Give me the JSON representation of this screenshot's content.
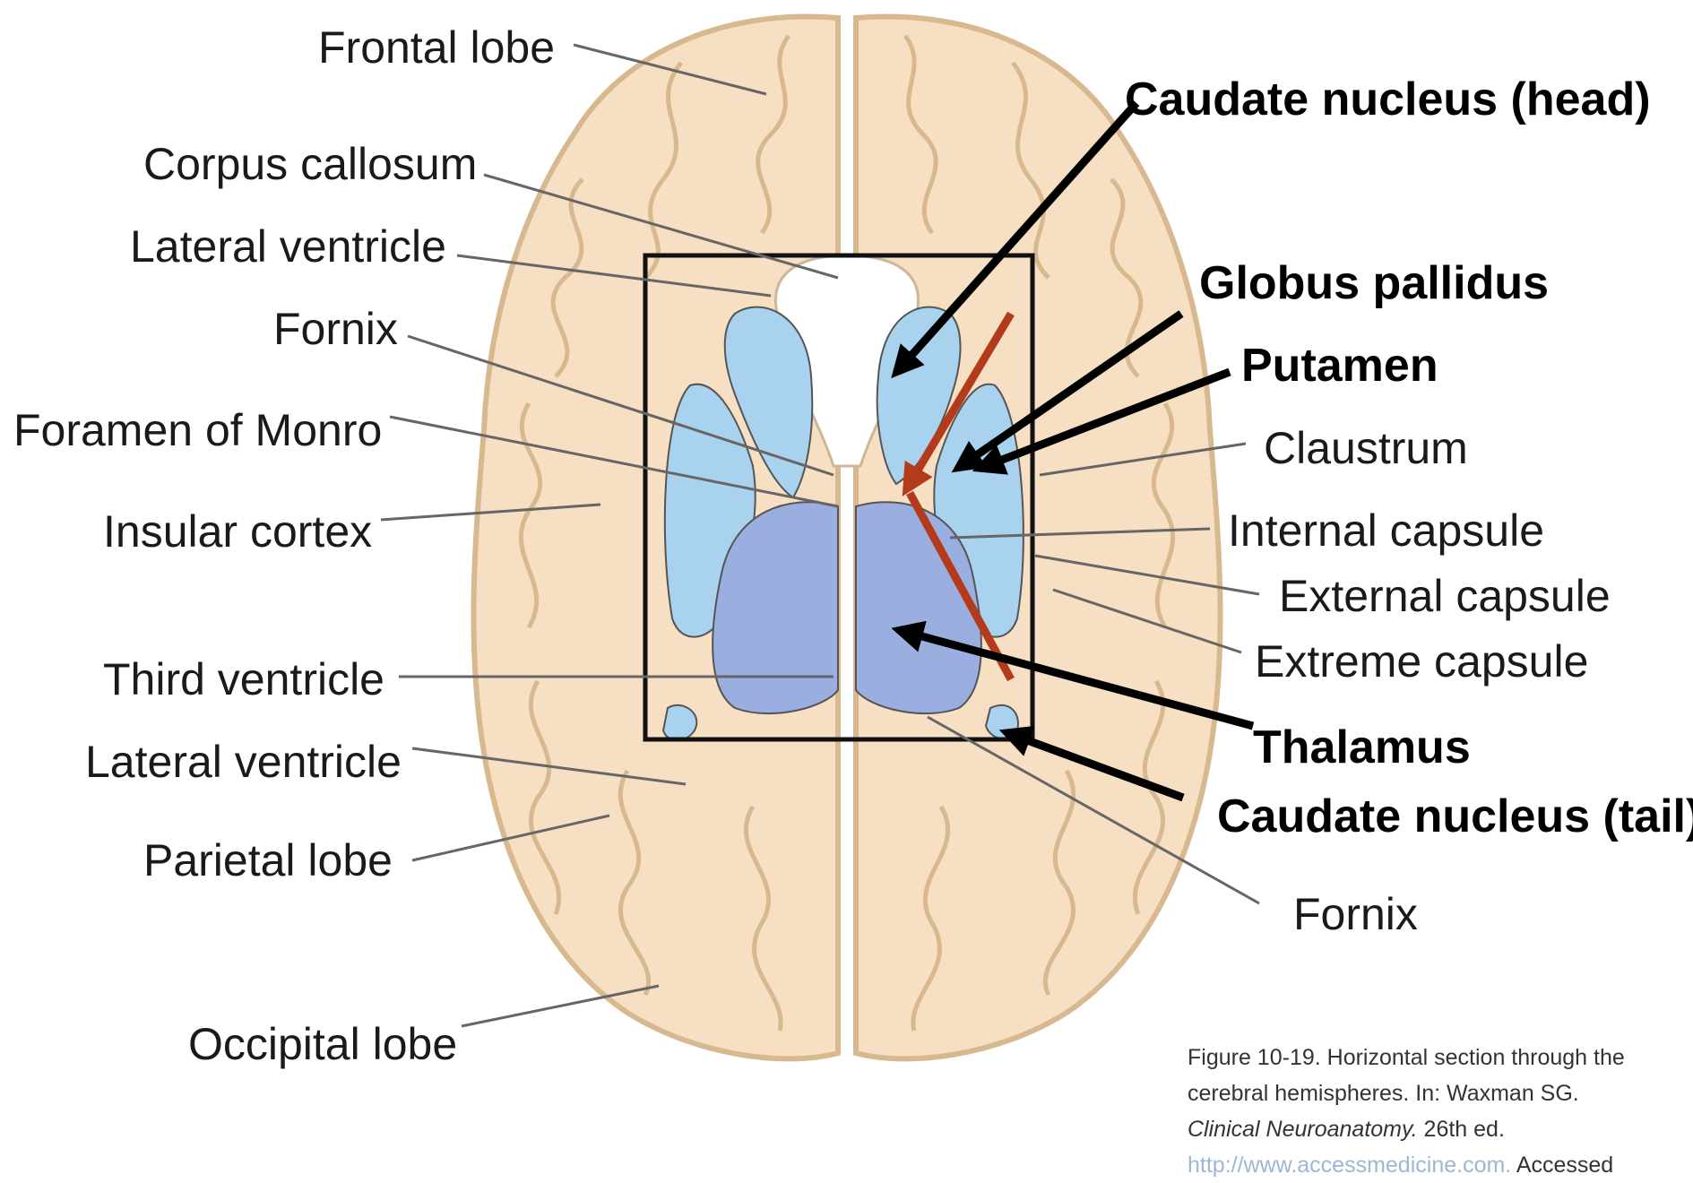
{
  "colors": {
    "brain_fill": "#f6dfc2",
    "brain_stroke": "#d8b98f",
    "basal_ganglia": "#a9d2ef",
    "thalamus": "#9aaedf",
    "white": "#ffffff",
    "arrow_black": "#000000",
    "arrow_red": "#b43a1c"
  },
  "labels_left": [
    {
      "id": "frontal-lobe",
      "text": "Frontal lobe"
    },
    {
      "id": "corpus-callosum",
      "text": "Corpus callosum"
    },
    {
      "id": "lateral-ventricle-anterior",
      "text": "Lateral ventricle"
    },
    {
      "id": "fornix-anterior",
      "text": "Fornix"
    },
    {
      "id": "foramen-of-monro",
      "text": "Foramen of Monro"
    },
    {
      "id": "insular-cortex",
      "text": "Insular cortex"
    },
    {
      "id": "third-ventricle",
      "text": "Third ventricle"
    },
    {
      "id": "lateral-ventricle-posterior",
      "text": "Lateral ventricle"
    },
    {
      "id": "parietal-lobe",
      "text": "Parietal lobe"
    },
    {
      "id": "occipital-lobe",
      "text": "Occipital lobe"
    }
  ],
  "labels_right": [
    {
      "id": "caudate-head",
      "text": "Caudate nucleus (head)",
      "bold": true
    },
    {
      "id": "globus-pallidus",
      "text": "Globus pallidus",
      "bold": true
    },
    {
      "id": "putamen",
      "text": "Putamen",
      "bold": true
    },
    {
      "id": "claustrum",
      "text": "Claustrum",
      "bold": false
    },
    {
      "id": "internal-capsule",
      "text": "Internal capsule",
      "bold": false
    },
    {
      "id": "external-capsule",
      "text": "External capsule",
      "bold": false
    },
    {
      "id": "extreme-capsule",
      "text": "Extreme capsule",
      "bold": false
    },
    {
      "id": "thalamus",
      "text": "Thalamus",
      "bold": true
    },
    {
      "id": "caudate-tail",
      "text": "Caudate nucleus (tail)",
      "bold": true
    },
    {
      "id": "fornix-posterior",
      "text": "Fornix",
      "bold": false
    }
  ],
  "caption": {
    "line1": "Figure 10-19. Horizontal section through the",
    "line2": "cerebral hemispheres. In: Waxman SG.",
    "line3_italic": "Clinical Neuroanatomy.",
    "line3_rest": " 26th ed.",
    "url": "http://www.accessmedicine.com.",
    "accessed": " Accessed"
  }
}
